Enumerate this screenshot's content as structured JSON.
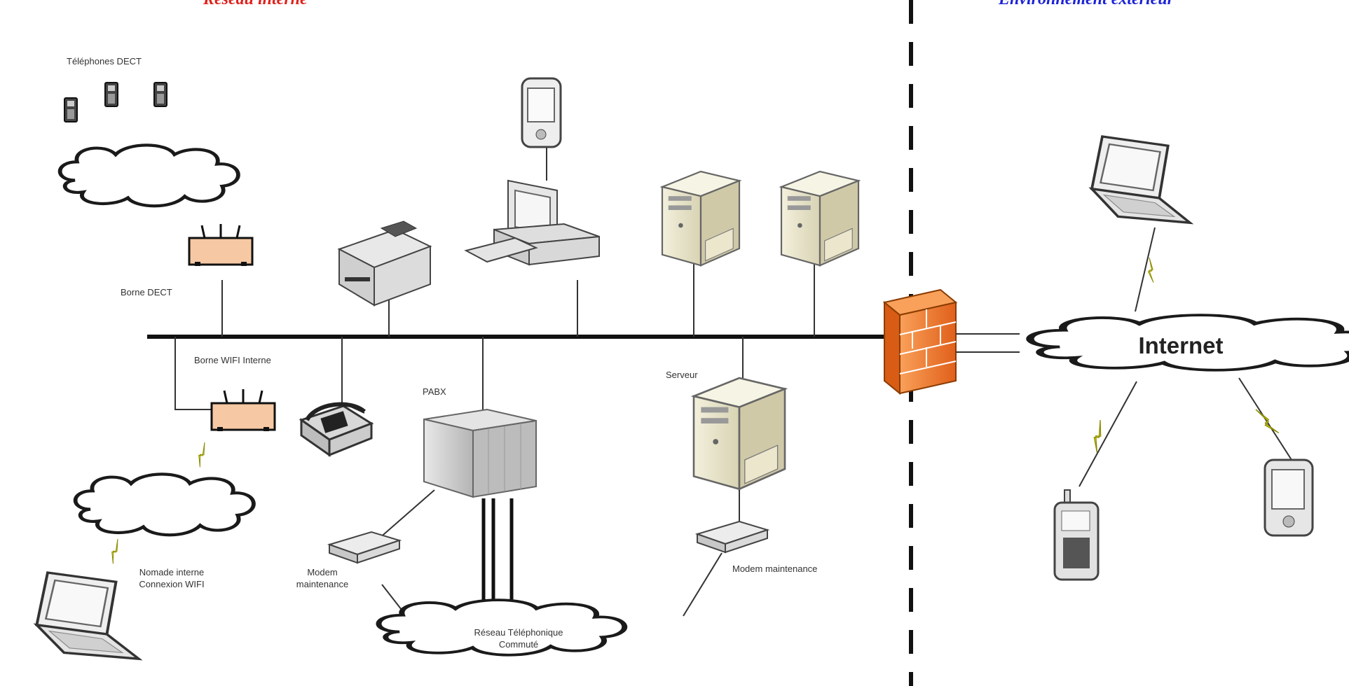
{
  "titles": {
    "internal": "Réseau interne",
    "external": "Environnement extérieur"
  },
  "labels": {
    "dect_phones": "Téléphones DECT",
    "dect_base": "Borne DECT",
    "wifi_base": "Borne WIFI Interne",
    "nomad_line1": "Nomade interne",
    "nomad_line2": "Connexion WIFI",
    "pabx": "PABX",
    "server": "Serveur",
    "modem_left_line1": "Modem",
    "modem_left_line2": "maintenance",
    "modem_right": "Modem maintenance",
    "pstn_line1": "Réseau Téléphonique",
    "pstn_line2": "Commuté",
    "internet": "Internet"
  },
  "colors": {
    "internal_title": "#e0201a",
    "external_title": "#1c22d8",
    "firewall": "#f07a2a",
    "access_point": "#f6c9a4",
    "lightning": "#f2ec1a"
  },
  "icons": [
    "dect-phone-icon",
    "cloud-icon",
    "access-point-icon",
    "printer-icon",
    "pda-icon",
    "desktop-computer-icon",
    "tower-server-icon",
    "desk-phone-icon",
    "pabx-cabinet-icon",
    "modem-icon",
    "laptop-icon",
    "firewall-icon",
    "mobile-phone-icon",
    "lightning-icon"
  ]
}
